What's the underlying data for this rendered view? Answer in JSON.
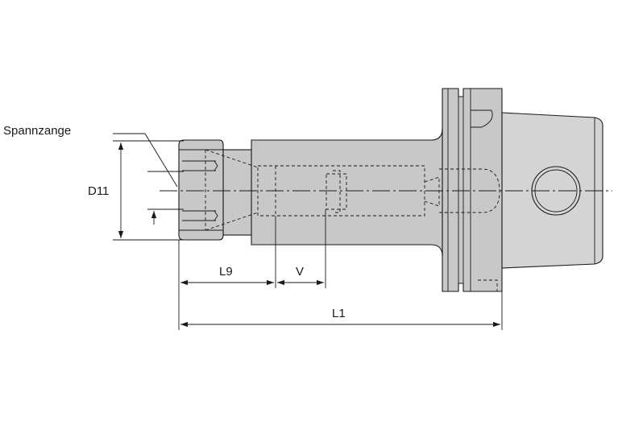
{
  "labels": {
    "collet": "Spannzange",
    "diameter": "D11",
    "length_l9": "L9",
    "length_v": "V",
    "length_l1": "L1"
  }
}
